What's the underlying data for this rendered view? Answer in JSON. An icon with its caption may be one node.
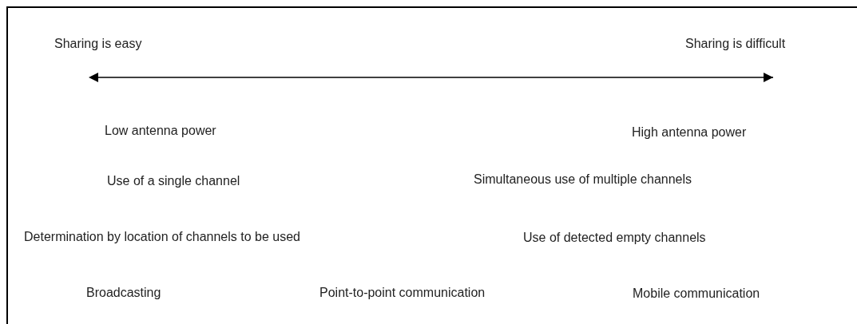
{
  "diagram": {
    "labels": [
      "Sharing is easy",
      "Sharing is difficult",
      "Low antenna power",
      "High antenna power",
      "Use of a single channel",
      "Simultaneous use of multiple channels",
      "Determination by location of channels to be used",
      "Use of detected empty channels",
      "Broadcasting",
      "Point-to-point communication",
      "Mobile communication"
    ]
  }
}
